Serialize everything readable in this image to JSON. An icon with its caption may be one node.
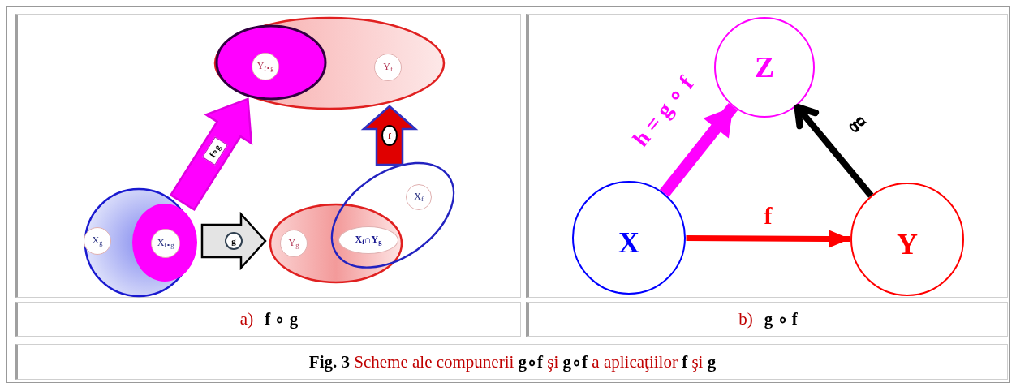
{
  "diagram": {
    "caption": "**Fig. 3** Scheme ale compunerii **g∘f** şi **g∘f** a aplicaţiilor **f** şi **g**",
    "nodes": [
      {
        "text": [],
        "shape": "circle"
      },
      {
        "text": [
          "X$_{g}$"
        ],
        "in": 0
      },
      {
        "text": [],
        "shape": "ellipse",
        "in": 0
      },
      {
        "text": [
          "X$_{f∘g}$"
        ],
        "in": 2
      },
      {
        "text": [],
        "shape": "ellipse"
      },
      {
        "text": [
          "Y$_{g}$"
        ],
        "in": 4
      },
      {
        "text": [],
        "shape": "ellipse"
      },
      {
        "text": [
          "X$_{f}$"
        ],
        "in": 6
      },
      {
        "text": [
          "X$_{f}$∩Y$_{g}$"
        ]
      },
      {
        "text": [],
        "shape": "ellipse"
      },
      {
        "text": [],
        "shape": "ellipse",
        "in": 9
      },
      {
        "text": [
          "Y$_{f∘g}$"
        ],
        "in": 10
      },
      {
        "text": [
          "Y$_{f}$"
        ],
        "in": 9
      },
      {
        "text": [
          "Z"
        ]
      },
      {
        "text": [
          "X"
        ]
      },
      {
        "text": [
          "Y"
        ]
      }
    ],
    "edges": [
      {
        "from": 0,
        "to": 10,
        "arrow": "to",
        "label": "f∘g",
        "style": "thick",
        "color": "#ff00ff"
      },
      {
        "from": 0,
        "to": 4,
        "arrow": "to",
        "label": "g",
        "style": "thick",
        "color": "#e4e4e4"
      },
      {
        "from": 6,
        "to": 9,
        "arrow": "to",
        "label": "f",
        "style": "thick",
        "color": "#e00000"
      },
      {
        "from": 14,
        "to": 13,
        "arrow": "to",
        "label": "h = g ∘ f",
        "style": "thick",
        "color": "#ff00ff"
      },
      {
        "from": 15,
        "to": 13,
        "arrow": "to",
        "label": "g",
        "color": "#000000"
      },
      {
        "from": 14,
        "to": 15,
        "arrow": "to",
        "label": "f",
        "color": "#ff0000"
      }
    ],
    "labels": [
      "a)",
      "f ∘ g",
      "b)",
      "g ∘ f"
    ]
  }
}
